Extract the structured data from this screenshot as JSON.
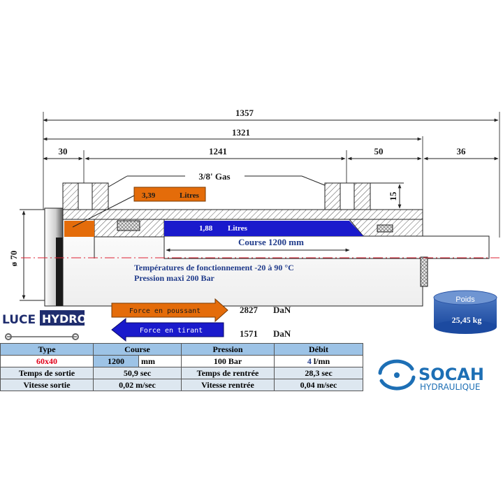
{
  "dimensions": {
    "overall": "1357",
    "body": "1321",
    "left_offset": "30",
    "between_ports": "1241",
    "right_offset": "50",
    "rod_end": "36",
    "port_height": "15",
    "diameter": "ø 70"
  },
  "port_label": "3/8' Gas",
  "volume_push": {
    "value": "3,39",
    "unit": "Litres"
  },
  "volume_pull": {
    "value": "1,88",
    "unit": "Litres"
  },
  "stroke_label": "Course  1200  mm",
  "notes": {
    "temperature": "Températures de fonctionnement -20 à 90 °C",
    "pressure": "Pression maxi 200 Bar"
  },
  "forces": {
    "push_label": "Force en poussant",
    "push_value": "2827",
    "push_unit": "DaN",
    "pull_label": "Force en tirant",
    "pull_value": "1571",
    "pull_unit": "DaN"
  },
  "weight": {
    "label": "Poids",
    "value": "25,45 kg"
  },
  "brand_luce": {
    "part1": "LUCE",
    "part2": "HYDRO"
  },
  "brand_socah": {
    "name": "SOCAH",
    "sub": "HYDRAULIQUE"
  },
  "specs_table": {
    "headers": [
      "Type",
      "Course",
      "Pression",
      "Débit"
    ],
    "type_value": "60x40",
    "course_value": "1200",
    "course_unit": "mm",
    "pression_value": "100 Bar",
    "debit_value": "4",
    "debit_unit": "l/mn",
    "row2": [
      "Temps de sortie",
      "50,9 sec",
      "Temps de rentrée",
      "28,3 sec"
    ],
    "row3": [
      "Vitesse sortie",
      "0,02 m/sec",
      "Vitesse rentrée",
      "0,04 m/sec"
    ]
  },
  "colors": {
    "orange": "#e46c0a",
    "blue": "#1a1acc",
    "table_header": "#9dc3e6",
    "table_row": "#dde7f0",
    "socah_blue": "#1d6fb5"
  }
}
